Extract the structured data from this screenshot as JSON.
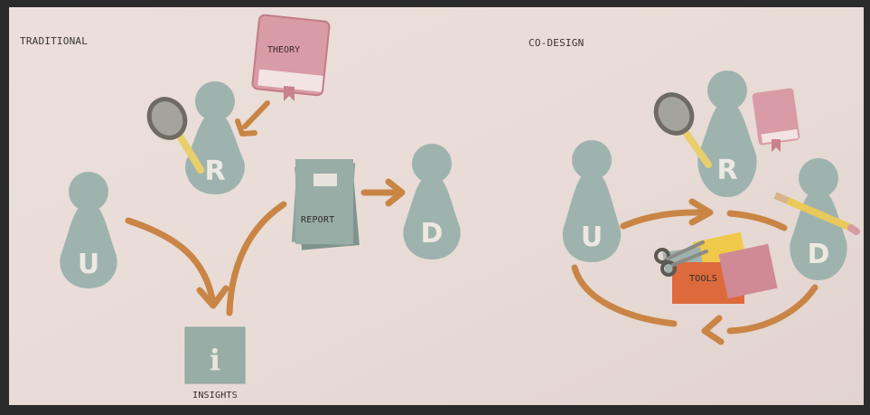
{
  "diagram": {
    "traditional": {
      "heading": "TRADITIONAL",
      "theory_label": "THEORY",
      "report_label": "REPORT",
      "insights_label": "INSIGHTS",
      "insights_icon_letter": "i",
      "user_letter": "U",
      "researcher_letter": "R",
      "designer_letter": "D"
    },
    "codesign": {
      "heading": "CO-DESIGN",
      "tools_label": "TOOLS",
      "user_letter": "U",
      "researcher_letter": "R",
      "designer_letter": "D"
    }
  },
  "colors": {
    "background": "#e6d9d4",
    "pawn": "#9fb3ae",
    "arrow": "#c97f43",
    "book": "#d79aa3",
    "report": "#8fa39c",
    "magnifier_frame": "#6d6a63",
    "tools_orange": "#dc6a3c",
    "tools_pink": "#d08a96",
    "tools_yellow": "#f0c94a"
  }
}
